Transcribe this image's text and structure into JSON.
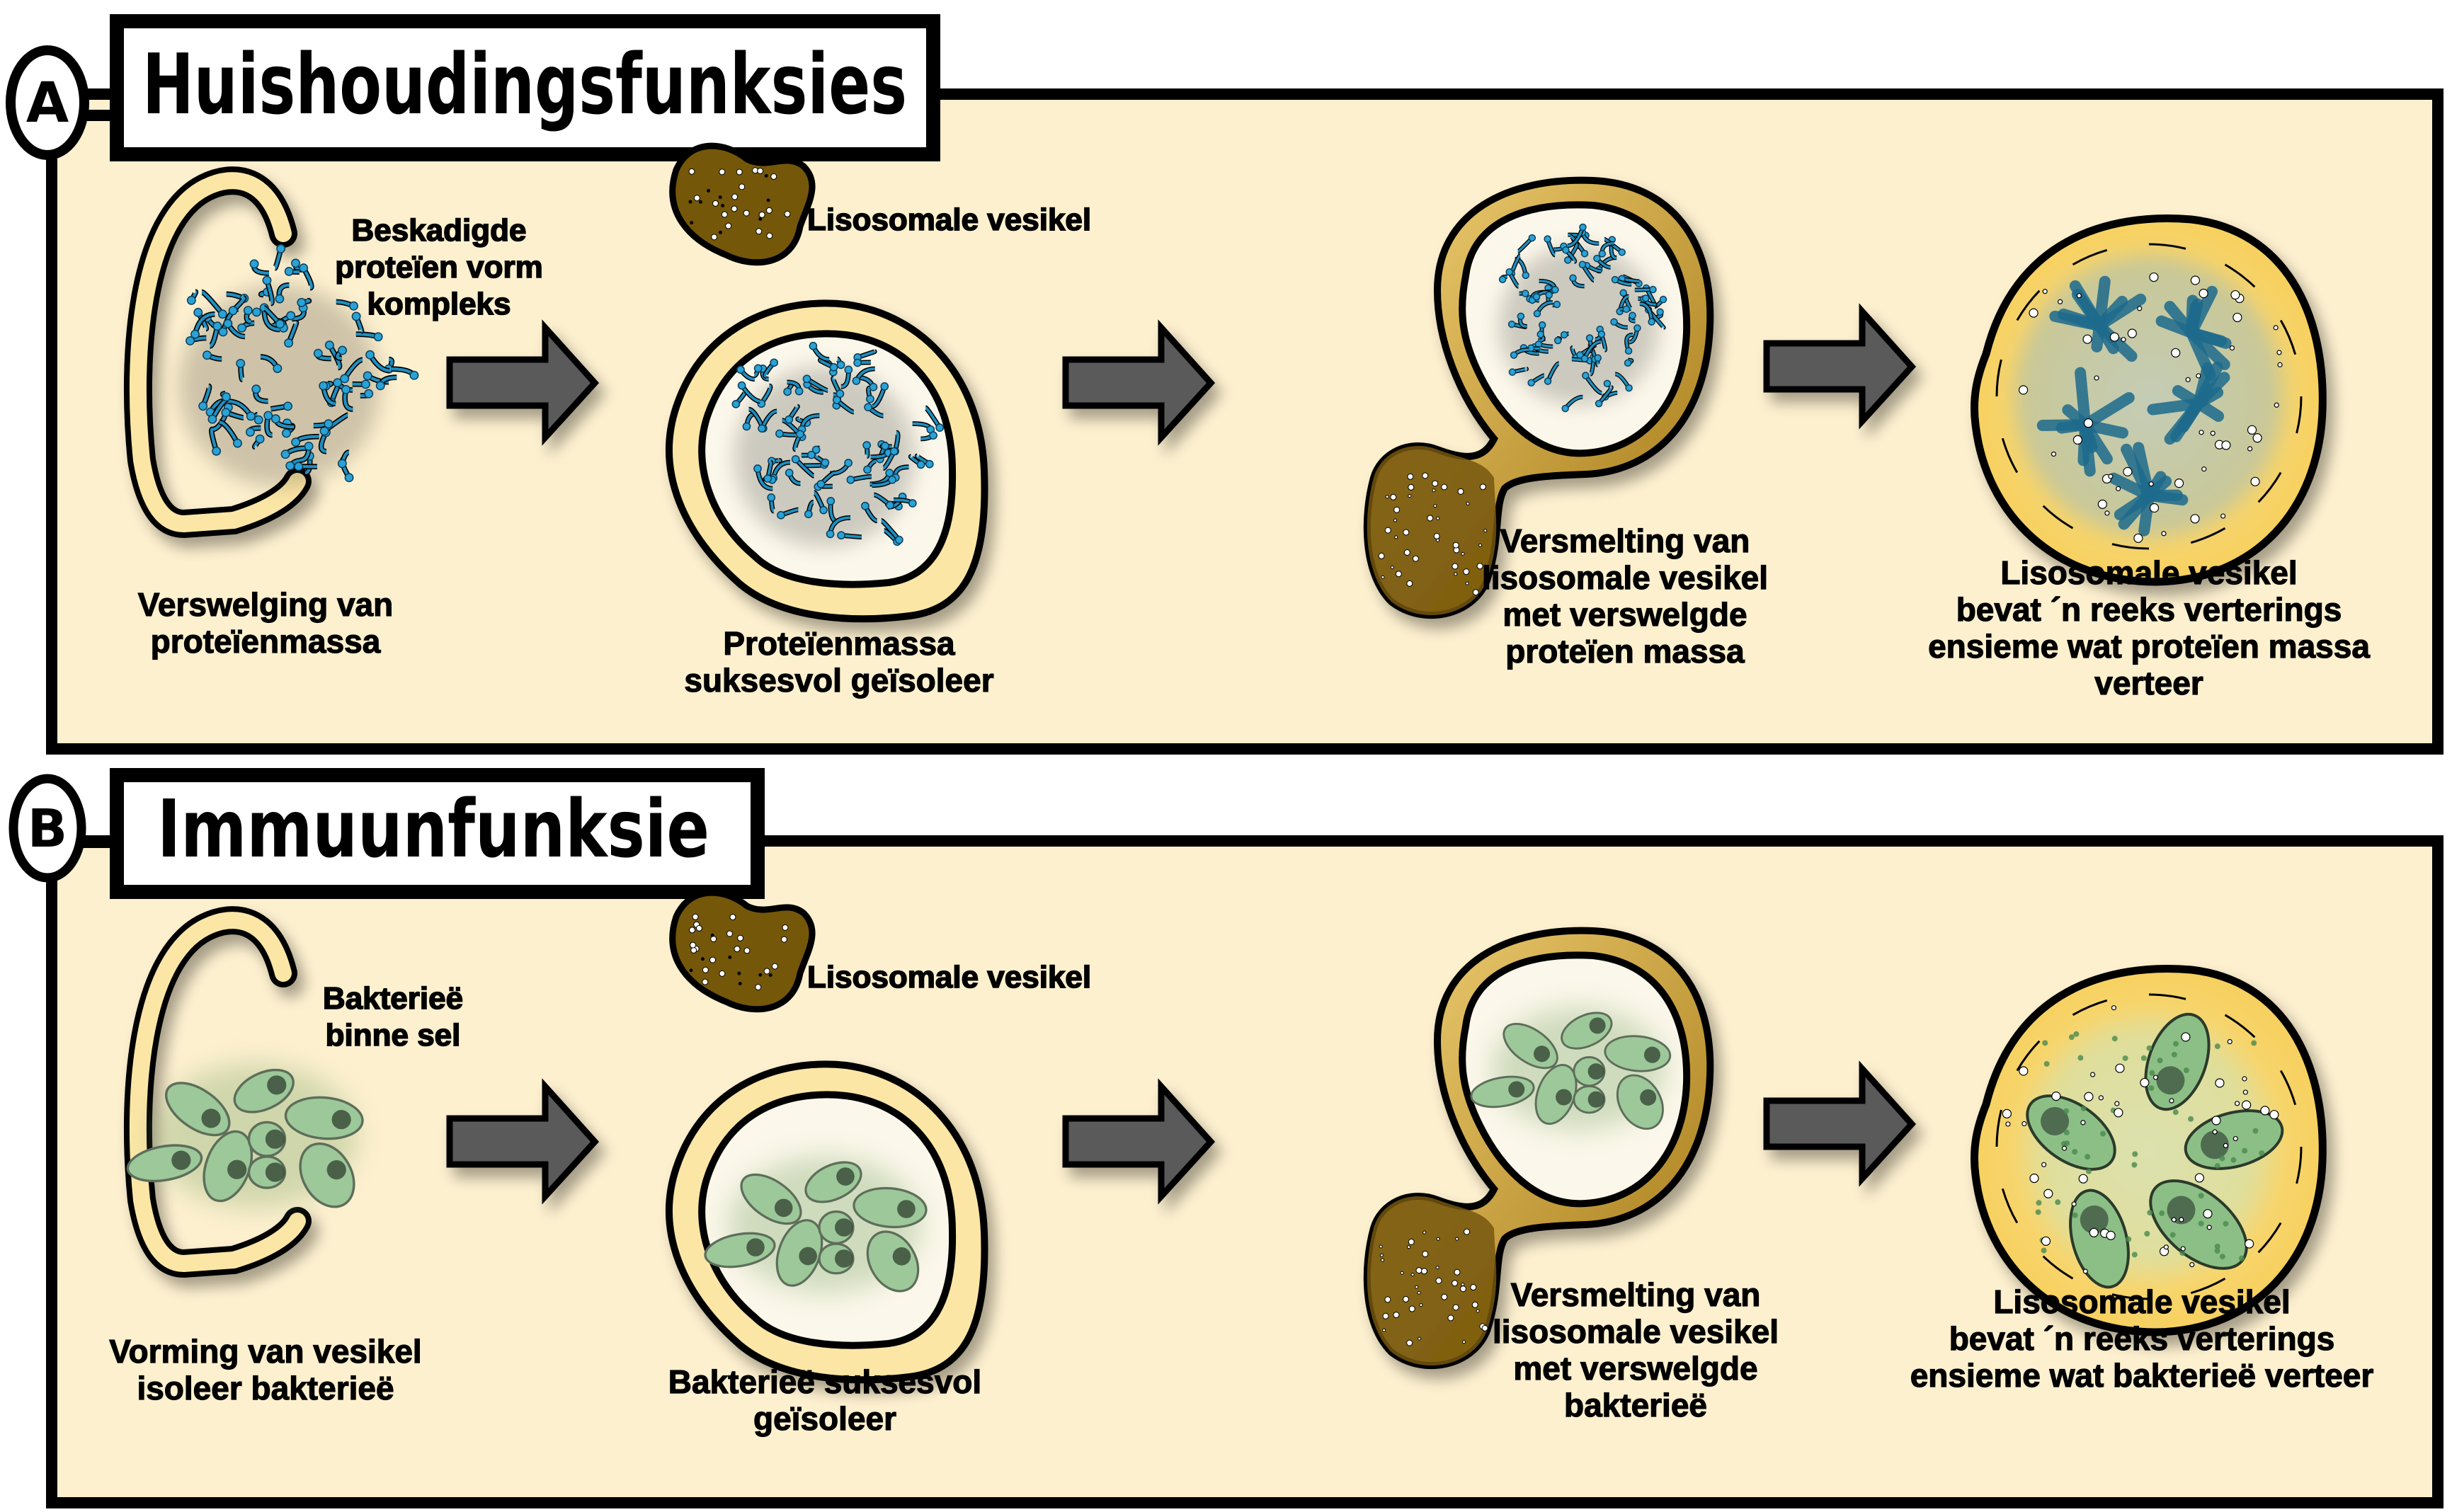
{
  "colors": {
    "panel_fill": "#fdf0cf",
    "border": "#000000",
    "membrane_fill": "#fbe6a6",
    "vesicle_inner": "#fbf7ea",
    "lysosome_fill": "#75570a",
    "fusion_ring": "#b58a1c",
    "digest_fill": "#f8d56c",
    "protein_blue": "#1f8fc0",
    "bacteria_green": "#9cc89a",
    "arrow_fill": "#5a5a5a"
  },
  "panels": [
    {
      "badge": "A",
      "title": "Huishoudingsfunksies",
      "cargo": "protein",
      "annotations": {
        "cargo_label": [
          "Beskadigde",
          "proteïen vorm",
          "kompleks"
        ],
        "lysosome_label": "Lisosomale vesikel"
      },
      "captions": [
        [
          "Verswelging van",
          "proteïenmassa"
        ],
        [
          "Proteïenmassa",
          "suksesvol geïsoleer"
        ],
        [
          "Versmelting van",
          "lisosomale vesikel",
          "met verswelgde",
          "proteïen massa"
        ],
        [
          "Lisosomale vesikel",
          "bevat ´n reeks verterings",
          "ensieme wat proteïen massa",
          "verteer"
        ]
      ]
    },
    {
      "badge": "B",
      "title": "Immuunfunksie",
      "cargo": "bacteria",
      "annotations": {
        "cargo_label": [
          "Bakterieë",
          "binne sel"
        ],
        "lysosome_label": "Lisosomale vesikel"
      },
      "captions": [
        [
          "Vorming van vesikel",
          "isoleer bakterieë"
        ],
        [
          "Bakterieë suksesvol",
          "geïsoleer"
        ],
        [
          "Versmelting van",
          "lisosomale vesikel",
          "met verswelgde",
          "bakterieë"
        ],
        [
          "Lisosomale vesikel",
          "bevat ´n reeks verterings",
          "ensieme wat bakterieë verteer"
        ]
      ]
    }
  ],
  "icons": {
    "arrow": "right-arrow-icon",
    "lysosome": "lysosome-icon",
    "membrane": "cell-membrane-icon"
  }
}
